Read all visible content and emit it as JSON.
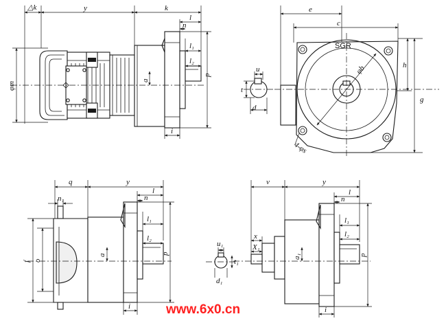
{
  "labels": {
    "delta_k": "△k",
    "y": "y",
    "k": "k",
    "l": "l",
    "n": "n",
    "l1": "l₁",
    "l2": "l₂",
    "p": "p",
    "a": "a",
    "i": "i",
    "phi_m": "φm",
    "e": "e",
    "c": "c",
    "brand": "SGR",
    "h": "h",
    "g": "g",
    "phi_b": "φb",
    "u": "u",
    "t": "t",
    "d": "d",
    "four_phi_s": "4-φs",
    "q": "q",
    "n1": "n₁",
    "f": "f",
    "o": "o",
    "v": "v",
    "x": "x",
    "x1": "X₁",
    "u1": "u₁",
    "t1": "t₁",
    "d1": "d₁",
    "a1": "a₁"
  },
  "watermark": "www.6x0.cn"
}
